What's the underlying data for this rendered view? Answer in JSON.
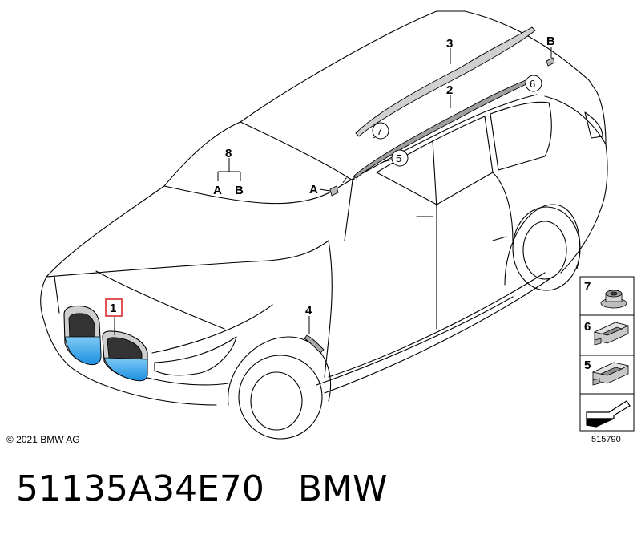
{
  "callouts": {
    "c1": "1",
    "c2": "2",
    "c3": "3",
    "c4": "4",
    "c5": "5",
    "c6": "6",
    "c7": "7",
    "c8": "8",
    "ref_a_left": "A",
    "ref_b_left": "B",
    "ref_a_pillar": "A",
    "ref_b_rear": "B"
  },
  "side_panel": {
    "item7": "7",
    "item6": "6",
    "item5": "5"
  },
  "colors": {
    "highlight_fill": "#2aa6f0",
    "callout_box": "#d92b2b",
    "line": "#000000"
  },
  "footer": {
    "copyright": "© 2021 BMW AG",
    "drawing_number": "515790",
    "part_number": "51135A34E70",
    "brand": "BMW"
  }
}
